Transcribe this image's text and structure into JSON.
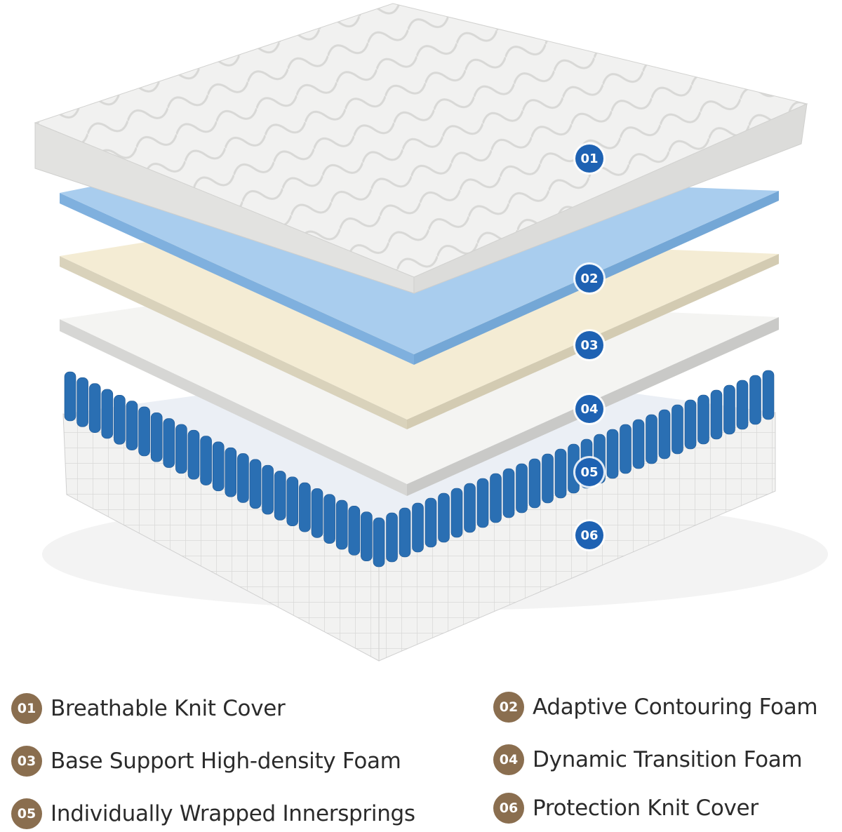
{
  "colors": {
    "callout_blue": "#1e62b3",
    "legend_badge_brown": "#8a6e4f",
    "foam_blue": "#a9cdee",
    "foam_cream": "#f4ecd4",
    "spring_blue": "#2a6fb3"
  },
  "callouts": [
    "01",
    "02",
    "03",
    "04",
    "05",
    "06"
  ],
  "legend": [
    {
      "number": "01",
      "label": "Breathable Knit Cover"
    },
    {
      "number": "02",
      "label": "Adaptive Contouring Foam"
    },
    {
      "number": "03",
      "label": "Base Support High-density Foam"
    },
    {
      "number": "04",
      "label": "Dynamic Transition Foam"
    },
    {
      "number": "05",
      "label": "Individually Wrapped Innersprings"
    },
    {
      "number": "06",
      "label": "Protection Knit Cover"
    }
  ]
}
